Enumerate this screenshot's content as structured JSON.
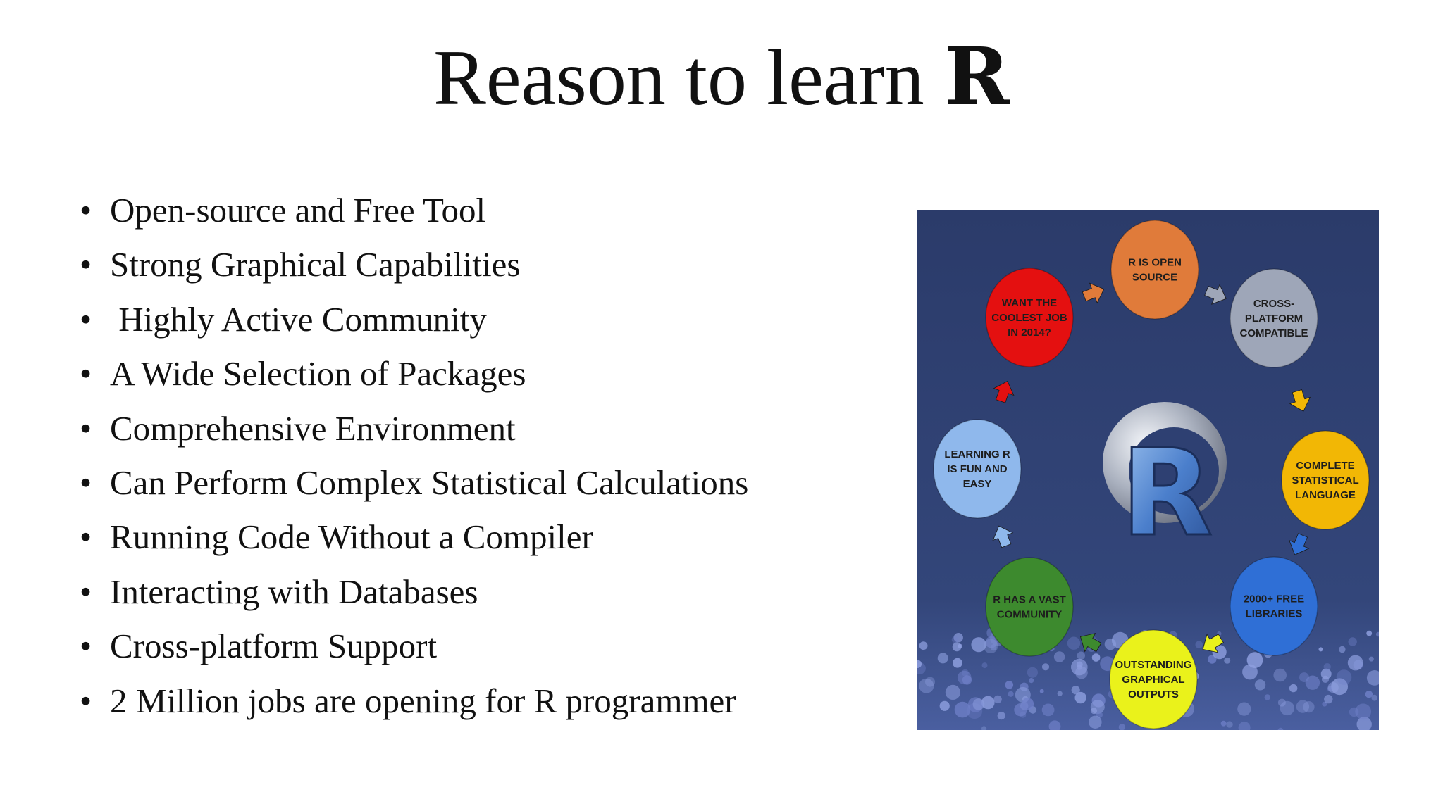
{
  "title": {
    "text": "Reason to learn ",
    "strong": "R"
  },
  "bullets": [
    "Open-source and Free Tool",
    "Strong Graphical Capabilities",
    " Highly Active Community",
    "A Wide Selection of Packages",
    "Comprehensive Environment",
    "Can Perform Complex Statistical Calculations",
    "Running Code Without a Compiler",
    "Interacting with Databases",
    "Cross-platform Support",
    "2 Million jobs are opening for R programmer"
  ],
  "graphic": {
    "center_logo": "R",
    "nodes": [
      {
        "lines": [
          "R IS OPEN",
          "SOURCE"
        ],
        "color": "#E07B3A"
      },
      {
        "lines": [
          "CROSS-",
          "PLATFORM",
          "COMPATIBLE"
        ],
        "color": "#9EA6B8"
      },
      {
        "lines": [
          "COMPLETE",
          "STATISTICAL",
          "LANGUAGE"
        ],
        "color": "#F2B705"
      },
      {
        "lines": [
          "2000+ FREE",
          "LIBRARIES"
        ],
        "color": "#2F6FD6"
      },
      {
        "lines": [
          "OUTSTANDING",
          "GRAPHICAL",
          "OUTPUTS"
        ],
        "color": "#EAF21B"
      },
      {
        "lines": [
          "R HAS A VAST",
          "COMMUNITY"
        ],
        "color": "#3D8A2E"
      },
      {
        "lines": [
          "LEARNING R",
          "IS FUN AND",
          "EASY"
        ],
        "color": "#8FB8EC"
      },
      {
        "lines": [
          "WANT THE",
          "COOLEST JOB",
          "IN 2014?"
        ],
        "color": "#E41010"
      }
    ],
    "background_color": "#2D3E6E"
  }
}
